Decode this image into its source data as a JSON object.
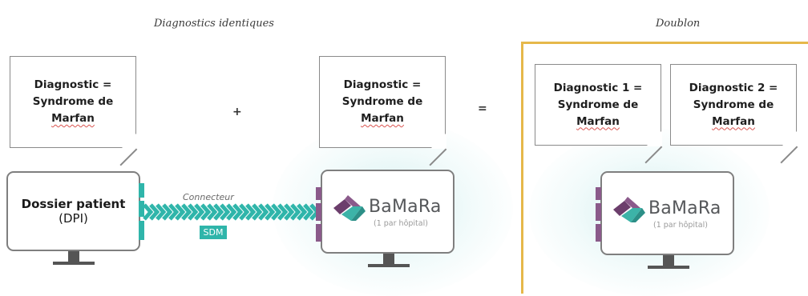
{
  "headings": {
    "identical": "Diagnostics identiques",
    "duplicate": "Doublon"
  },
  "notes": {
    "dpi_note": [
      "Diagnostic =",
      "Syndrome de",
      "Marfan"
    ],
    "bamara_note": [
      "Diagnostic =",
      "Syndrome de",
      "Marfan"
    ],
    "dup_note_1": [
      "Diagnostic 1 =",
      "Syndrome de",
      "Marfan"
    ],
    "dup_note_2": [
      "Diagnostic 2 =",
      "Syndrome de",
      "Marfan"
    ]
  },
  "operators": {
    "plus": "+",
    "equals": "="
  },
  "dpi_monitor": {
    "title": "Dossier patient",
    "subtitle": "(DPI)"
  },
  "bamara_monitor": {
    "brand": "BaMaRa",
    "subtitle": "(1 par hôpital)"
  },
  "dup_monitor": {
    "brand": "BaMaRa",
    "subtitle": "(1 par hôpital)"
  },
  "connector": {
    "label": "Connecteur",
    "badge": "SDM"
  },
  "colors": {
    "teal": "#2fb5aa",
    "purple": "#8a5a8a",
    "frame": "#e6b84a",
    "logo_purple": "#8b5a8b",
    "logo_teal": "#3cb3a8"
  }
}
